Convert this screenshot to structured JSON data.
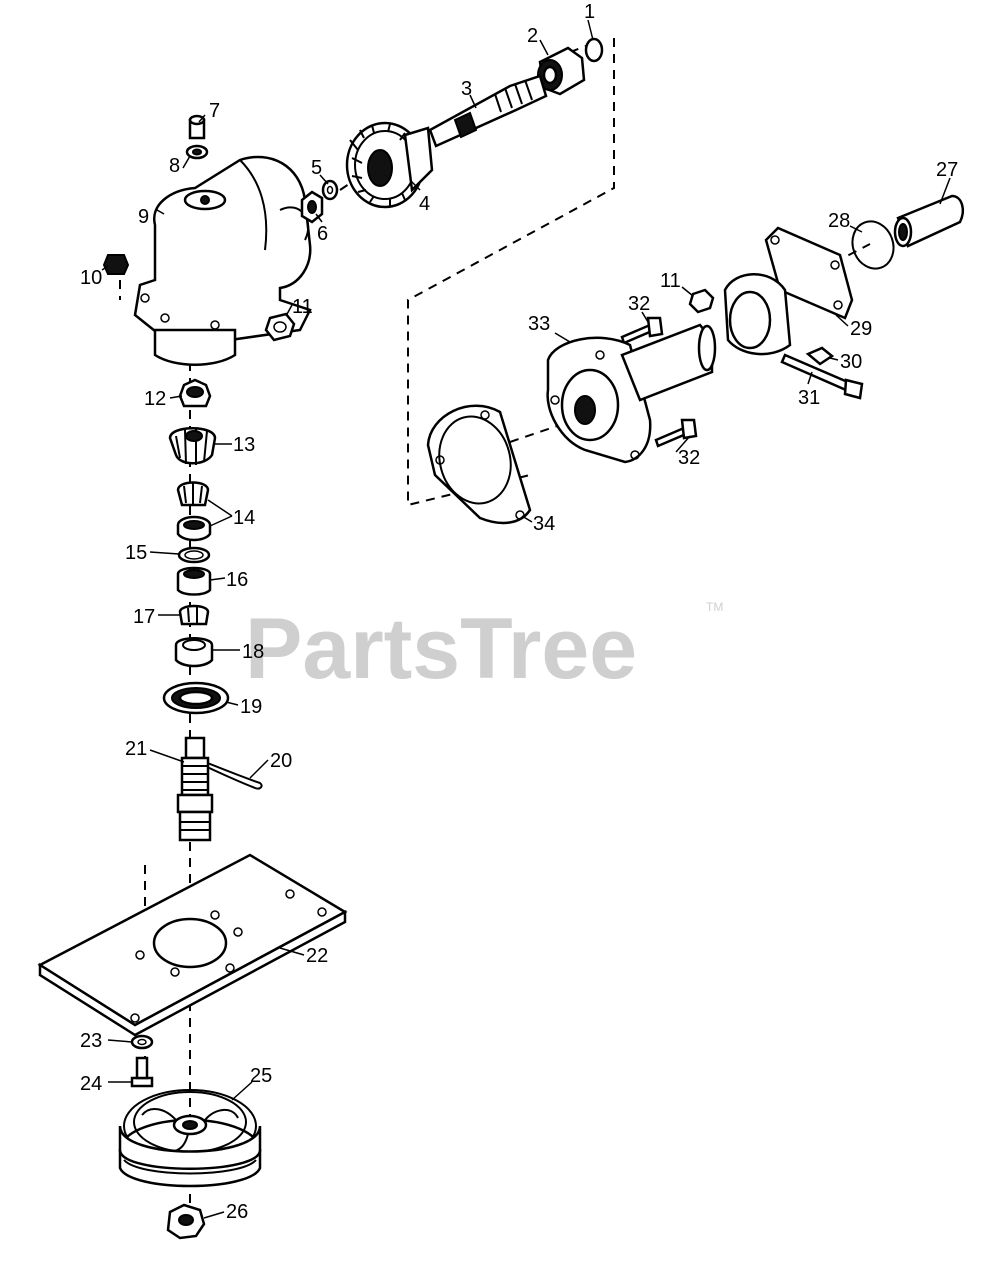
{
  "watermark": {
    "brand": "PartsTree",
    "trademark": "TM"
  },
  "callouts": [
    {
      "num": "1"
    },
    {
      "num": "2"
    },
    {
      "num": "3"
    },
    {
      "num": "4"
    },
    {
      "num": "5"
    },
    {
      "num": "6"
    },
    {
      "num": "7"
    },
    {
      "num": "8"
    },
    {
      "num": "9"
    },
    {
      "num": "10"
    },
    {
      "num": "11"
    },
    {
      "num": "11"
    },
    {
      "num": "12"
    },
    {
      "num": "13"
    },
    {
      "num": "14"
    },
    {
      "num": "15"
    },
    {
      "num": "16"
    },
    {
      "num": "17"
    },
    {
      "num": "18"
    },
    {
      "num": "19"
    },
    {
      "num": "20"
    },
    {
      "num": "21"
    },
    {
      "num": "22"
    },
    {
      "num": "23"
    },
    {
      "num": "24"
    },
    {
      "num": "25"
    },
    {
      "num": "26"
    },
    {
      "num": "27"
    },
    {
      "num": "28"
    },
    {
      "num": "29"
    },
    {
      "num": "30"
    },
    {
      "num": "31"
    },
    {
      "num": "32"
    },
    {
      "num": "32"
    },
    {
      "num": "33"
    },
    {
      "num": "34"
    }
  ]
}
